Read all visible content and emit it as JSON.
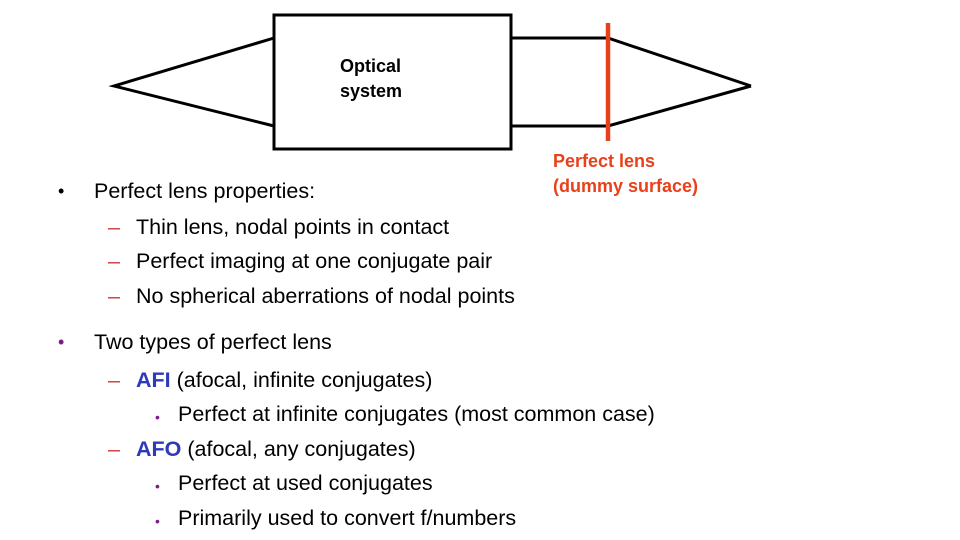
{
  "diagram": {
    "box_label_line1": "Optical",
    "box_label_line2": "system",
    "lens_label_line1": "Perfect lens",
    "lens_label_line2": "(dummy surface)",
    "colors": {
      "stroke": "#000000",
      "lens": "#e8401a",
      "lens_label": "#e8401a"
    }
  },
  "bullets": {
    "colors": {
      "accent": "#2e3bb8",
      "dash": "#d03a3a",
      "purple": "#7a1f82"
    },
    "items": [
      {
        "marker": "•",
        "text": "Perfect lens properties:",
        "children": [
          {
            "marker": "–",
            "text": "Thin lens, nodal points in contact"
          },
          {
            "marker": "–",
            "text": "Perfect imaging at one conjugate pair"
          },
          {
            "marker": "–",
            "text": "No spherical aberrations of nodal points"
          }
        ]
      },
      {
        "marker": "•",
        "text": "Two types of perfect lens",
        "children": [
          {
            "marker": "–",
            "accent": "AFI",
            "text": " (afocal, infinite conjugates)",
            "children": [
              {
                "marker": "•",
                "text": "Perfect at infinite conjugates (most common case)"
              }
            ]
          },
          {
            "marker": "–",
            "accent": "AFO",
            "text": " (afocal, any conjugates)",
            "children": [
              {
                "marker": "•",
                "text": "Perfect at used conjugates"
              },
              {
                "marker": "•",
                "text": "Primarily used to convert f/numbers"
              }
            ]
          }
        ]
      }
    ]
  }
}
